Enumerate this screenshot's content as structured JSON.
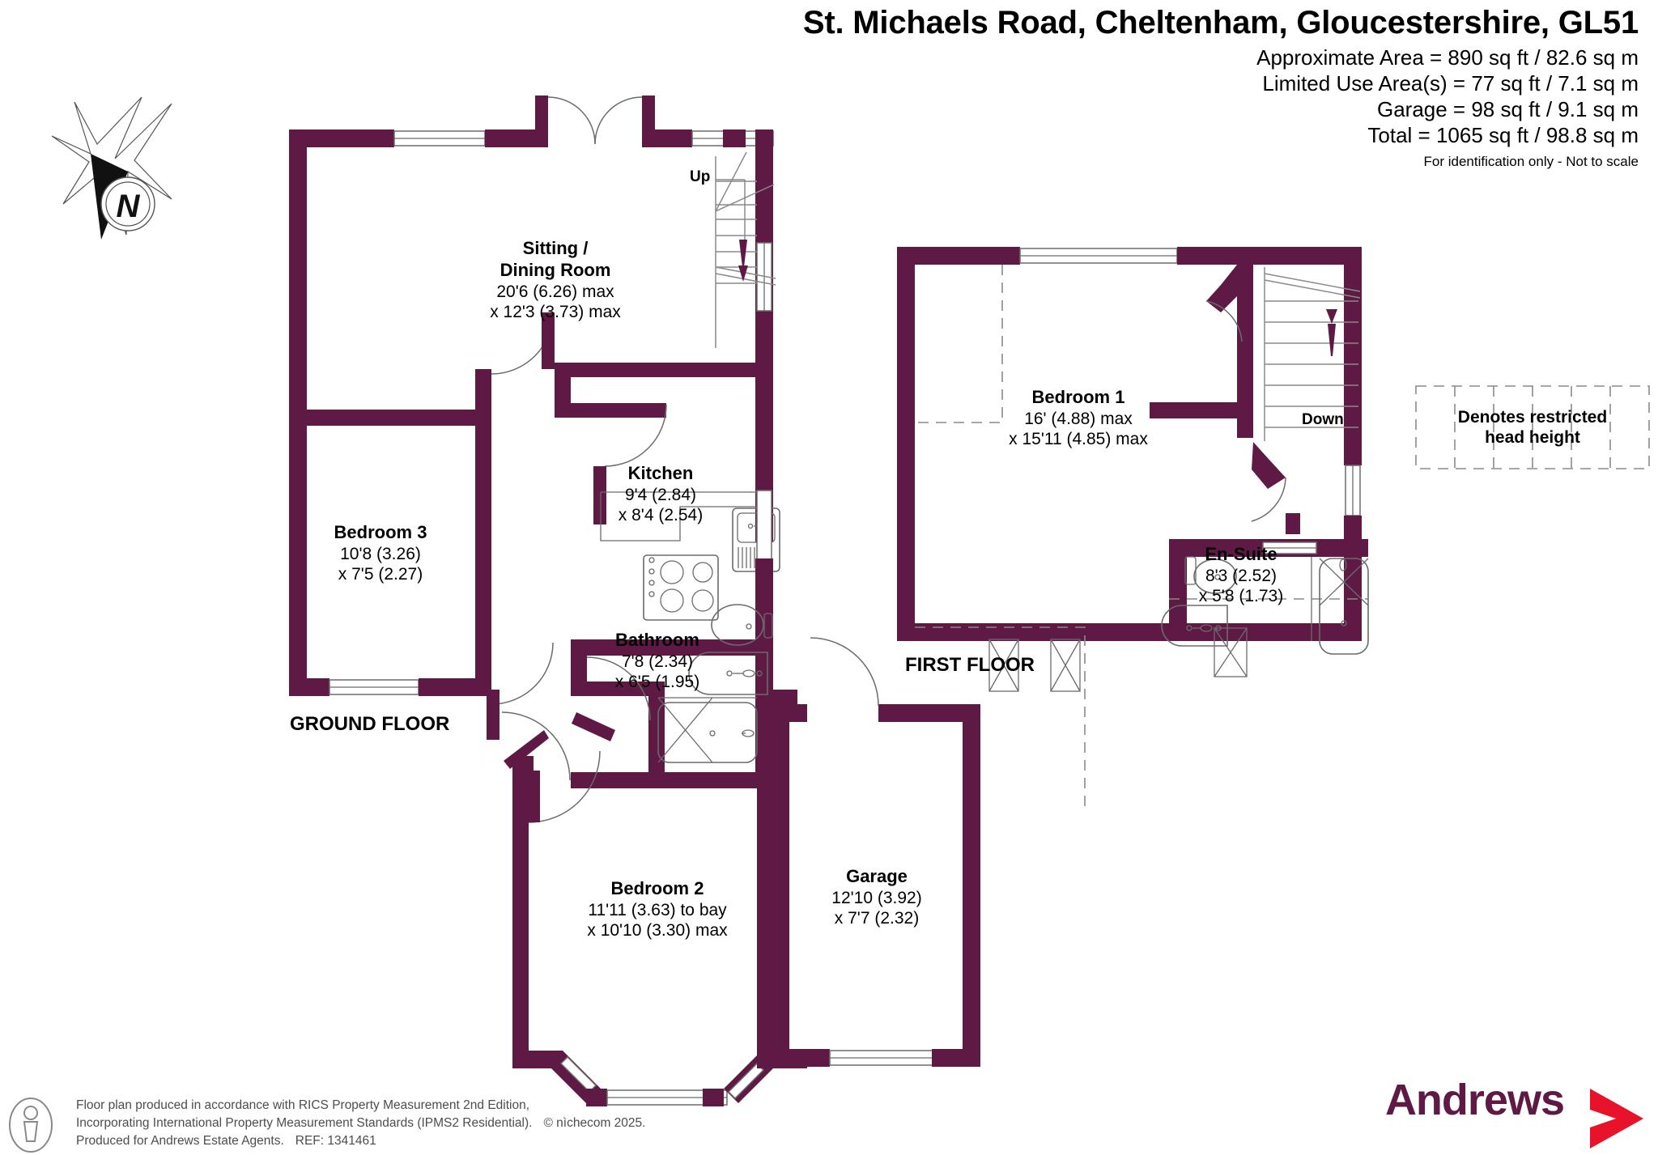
{
  "title": "St. Michaels Road, Cheltenham, Gloucestershire, GL51",
  "areas": {
    "approximate": "Approximate Area = 890 sq ft / 82.6 sq m",
    "limited_use": "Limited Use Area(s) = 77 sq ft / 7.1 sq m",
    "garage": "Garage = 98 sq ft / 9.1 sq m",
    "total": "Total = 1065 sq ft / 98.8 sq m",
    "disclaimer": "For identification only - Not to scale"
  },
  "compass": {
    "label": "N"
  },
  "floors": [
    {
      "key": "ground",
      "label": "GROUND FLOOR"
    },
    {
      "key": "first",
      "label": "FIRST FLOOR"
    }
  ],
  "rooms": [
    {
      "key": "sitting_dining",
      "name_line1": "Sitting /",
      "name_line2": "Dining Room",
      "dim1": "20'6 (6.26) max",
      "dim2": "x 12'3 (3.73) max"
    },
    {
      "key": "bedroom3",
      "name_line1": "Bedroom 3",
      "dim1": "10'8 (3.26)",
      "dim2": "x 7'5 (2.27)"
    },
    {
      "key": "kitchen",
      "name_line1": "Kitchen",
      "dim1": "9'4 (2.84)",
      "dim2": "x 8'4 (2.54)"
    },
    {
      "key": "bathroom",
      "name_line1": "Bathroom",
      "dim1": "7'8 (2.34)",
      "dim2": "x 6'5 (1.95)"
    },
    {
      "key": "bedroom2",
      "name_line1": "Bedroom 2",
      "dim1": "11'11 (3.63) to bay",
      "dim2": "x 10'10 (3.30) max"
    },
    {
      "key": "garage",
      "name_line1": "Garage",
      "dim1": "12'10 (3.92)",
      "dim2": "x 7'7 (2.32)"
    },
    {
      "key": "bedroom1",
      "name_line1": "Bedroom 1",
      "dim1": "16' (4.88) max",
      "dim2": "x 15'11 (4.85) max"
    },
    {
      "key": "ensuite",
      "name_line1": "En-Suite",
      "dim1": "8'3 (2.52)",
      "dim2": "x 5'8 (1.73)"
    }
  ],
  "stairs": [
    {
      "key": "up",
      "label": "Up"
    },
    {
      "key": "down",
      "label": "Down"
    }
  ],
  "legend": {
    "line1": "Denotes restricted",
    "line2": "head height"
  },
  "footer": {
    "line1": "Floor plan produced in accordance with RICS Property Measurement 2nd Edition,",
    "line2": "Incorporating International Property Measurement Standards (IPMS2 Residential).",
    "copyright": "© nìchecom 2025.",
    "line3": "Produced for Andrews Estate Agents.",
    "ref": "REF: 1341461"
  },
  "brand": {
    "name": "Andrews"
  },
  "colors": {
    "wall": "#5e1a45",
    "brand_purple": "#5e1a45",
    "brand_red": "#e8122b",
    "fixture_line": "#6b6b6b",
    "footer_text": "#4d4d4d"
  }
}
